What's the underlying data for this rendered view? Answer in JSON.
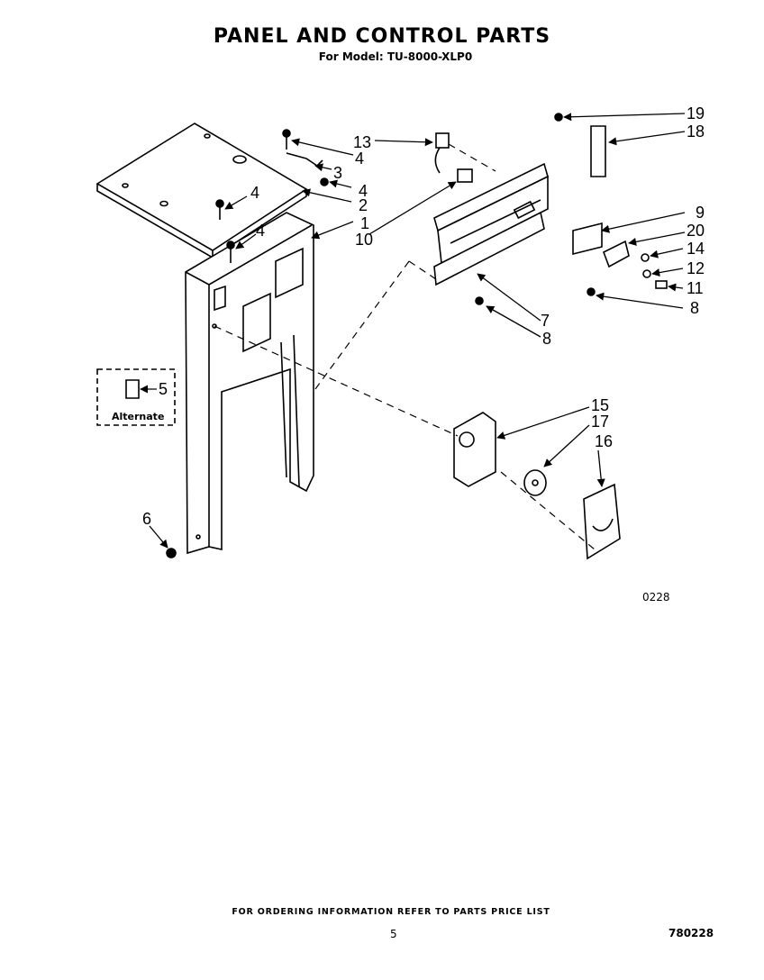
{
  "header": {
    "title": "PANEL AND CONTROL PARTS",
    "subtitle": "For Model: TU-8000-XLP0"
  },
  "callouts": {
    "c1": "1",
    "c2": "2",
    "c3": "3",
    "c4a": "4",
    "c4b": "4",
    "c4c": "4",
    "c4d": "4",
    "c5": "5",
    "c6": "6",
    "c7": "7",
    "c8a": "8",
    "c8b": "8",
    "c9": "9",
    "c10": "10",
    "c11": "11",
    "c12": "12",
    "c13": "13",
    "c14": "14",
    "c15": "15",
    "c16": "16",
    "c17": "17",
    "c18": "18",
    "c19": "19",
    "c20": "20"
  },
  "alternate_label": "Alternate",
  "figure_code": "0228",
  "footer": {
    "ordering_note": "FOR ORDERING INFORMATION REFER TO PARTS PRICE LIST",
    "page_number": "5",
    "document_number": "780228"
  }
}
